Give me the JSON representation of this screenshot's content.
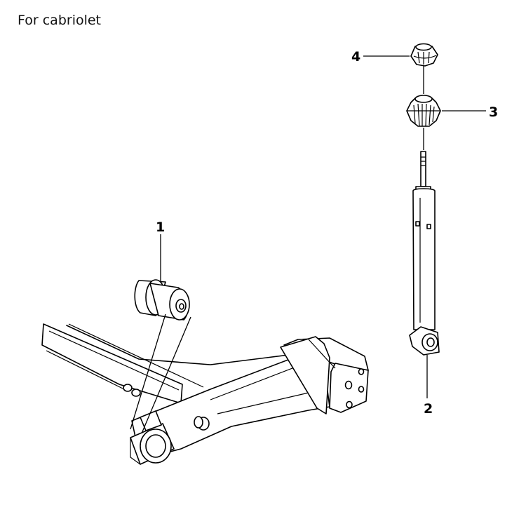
{
  "caption": "For cabriolet",
  "callouts": [
    {
      "number": "1"
    },
    {
      "number": "2"
    },
    {
      "number": "3"
    },
    {
      "number": "4"
    }
  ]
}
